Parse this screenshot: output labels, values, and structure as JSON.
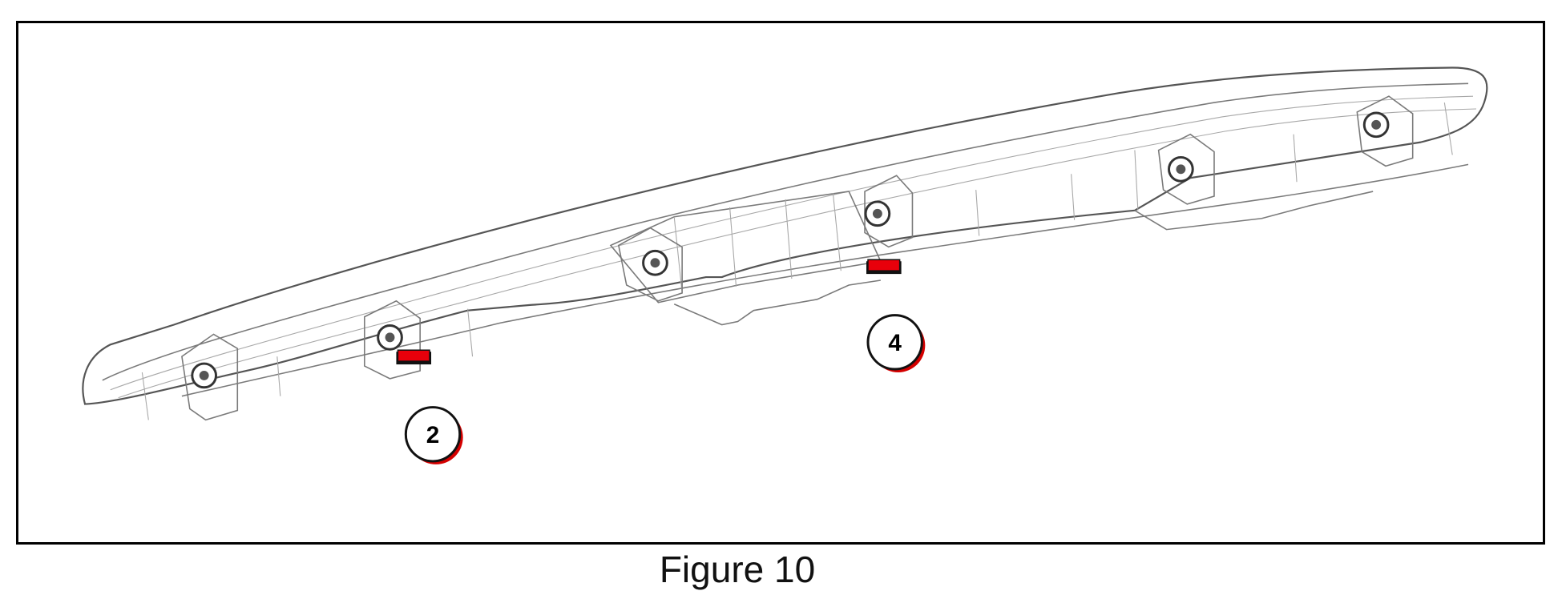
{
  "figure": {
    "caption": "Figure 10"
  },
  "callouts": [
    {
      "id": "2",
      "label": "2"
    },
    {
      "id": "4",
      "label": "4"
    }
  ],
  "colors": {
    "marker": "#e8000b",
    "marker_shadow": "#111111",
    "callout_shadow": "#d40000",
    "frame": "#000000"
  },
  "icons": [
    "fastener-icon",
    "clip-marker-icon"
  ]
}
